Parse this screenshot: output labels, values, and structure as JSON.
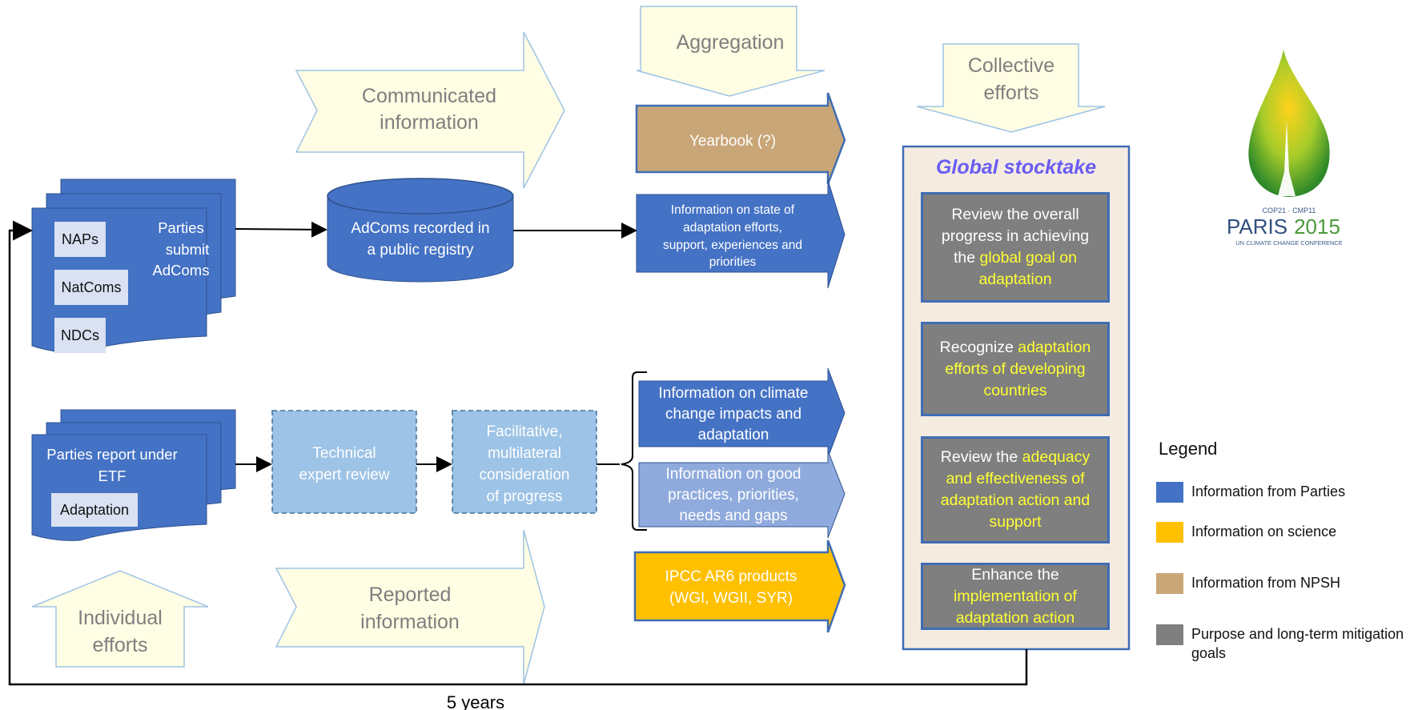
{
  "top_arrows": {
    "aggregation": "Aggregation",
    "collective_efforts_line1": "Collective",
    "collective_efforts_line2": "efforts",
    "communicated_line1": "Communicated",
    "communicated_line2": "information",
    "reported_line1": "Reported",
    "reported_line2": "information",
    "individual_line1": "Individual",
    "individual_line2": "efforts"
  },
  "parties_submit": {
    "label_line1": "Parties",
    "label_line2": "submit",
    "label_line3": "AdComs",
    "chips": [
      "NAPs",
      "NatComs",
      "NDCs"
    ]
  },
  "registry": {
    "line1": "AdComs recorded in",
    "line2": "a public registry"
  },
  "parties_report": {
    "line1": "Parties report under",
    "line2": "ETF",
    "chip": "Adaptation"
  },
  "technical_review": {
    "line1": "Technical",
    "line2": "expert review"
  },
  "facilitative": {
    "line1": "Facilitative,",
    "line2": "multilateral",
    "line3": "consideration",
    "line4": "of progress"
  },
  "info_arrows": {
    "yearbook": "Yearbook (?)",
    "state_line1": "Information on state of",
    "state_line2": "adaptation efforts,",
    "state_line3": "support, experiences and",
    "state_line4": "priorities",
    "climate_line1": "Information on climate",
    "climate_line2": "change impacts and",
    "climate_line3": "adaptation",
    "good_line1": "Information on good",
    "good_line2": "practices, priorities,",
    "good_line3": "needs and gaps",
    "ipcc_line1": "IPCC AR6 products",
    "ipcc_line2": "(WGI, WGII, SYR)"
  },
  "global_stocktake": {
    "title": "Global stocktake",
    "box1_plain": "Review the overall progress in achieving the ",
    "box1_highlight": "global goal on adaptation",
    "box2_plain": "Recognize ",
    "box2_highlight": "adaptation efforts of developing countries",
    "box3_plain": "Review the ",
    "box3_highlight": "adequacy and effectiveness of adaptation action and support",
    "box4_plain": "Enhance the ",
    "box4_highlight": "implementation of adaptation action"
  },
  "cycle_label": "5 years",
  "logo": {
    "small": "COP21 · CMP11",
    "big_paris": "PARIS",
    "big_year": "2015",
    "tag": "UN CLIMATE CHANGE CONFERENCE"
  },
  "legend": {
    "title": "Legend",
    "items": [
      {
        "label": "Information from Parties",
        "color": "#4472c4"
      },
      {
        "label": "Information on science",
        "color": "#ffc000"
      },
      {
        "label": "Information from NPSH",
        "color": "#c9a677"
      },
      {
        "label": "Purpose and long-term mitigation goals",
        "color": "#7f7f7f"
      }
    ]
  },
  "colors": {
    "parties_blue": "#4472c4",
    "light_blue": "#9dc3e6",
    "mid_blue": "#8faadc",
    "cream": "#fffde3",
    "tan": "#c9a677",
    "gold": "#ffc000",
    "gray": "#7f7f7f",
    "gs_fill": "#f4ebe1"
  }
}
